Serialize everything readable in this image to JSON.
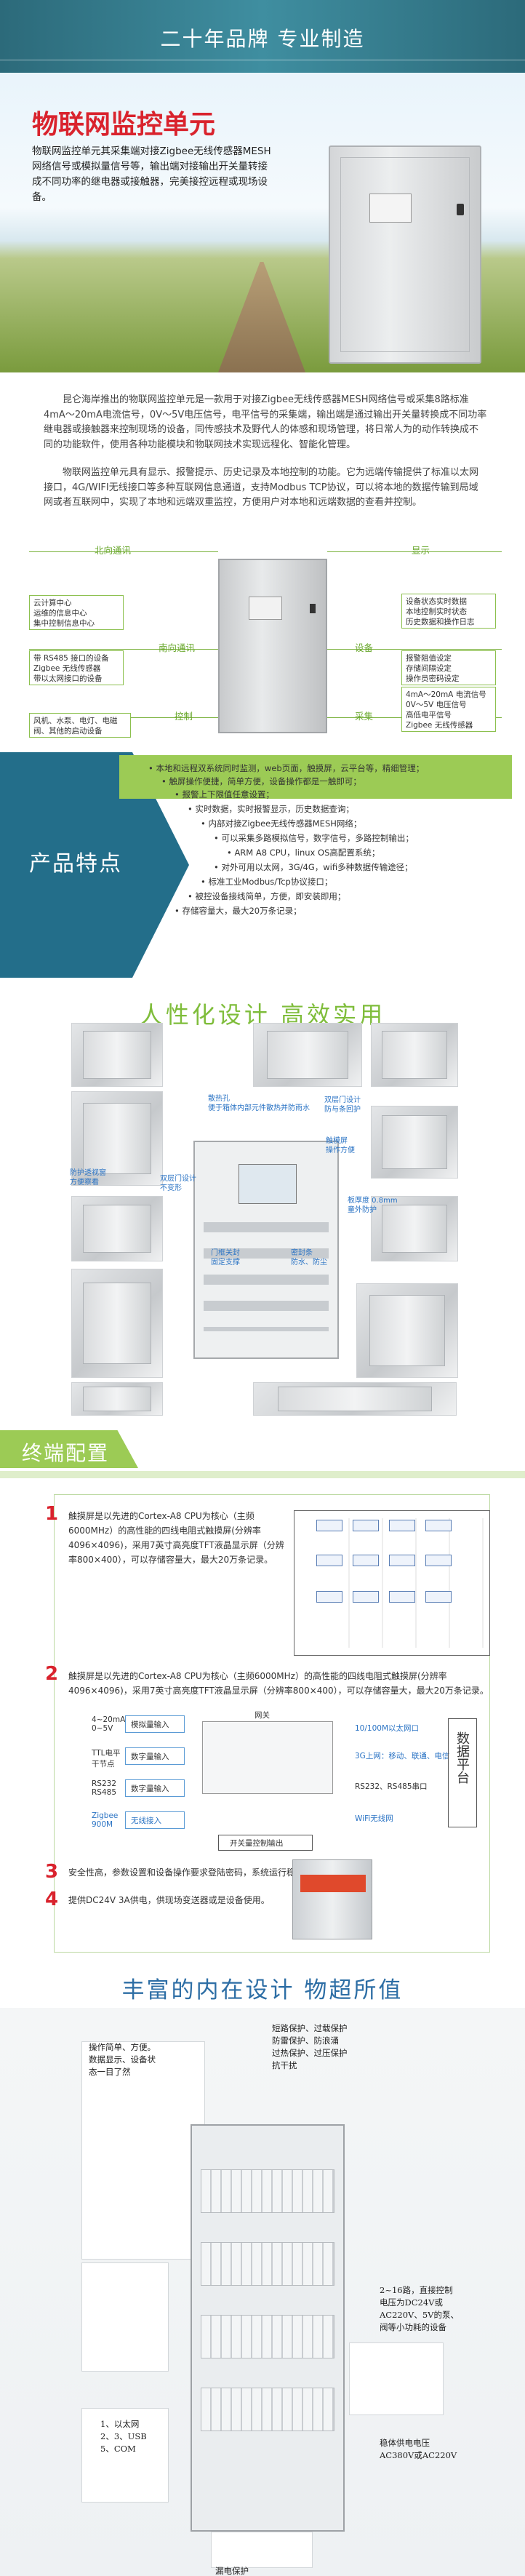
{
  "banner": {
    "title": "二十年品牌    专业制造"
  },
  "hero": {
    "title": "物联网监控单元",
    "description": "物联网监控单元其采集端对接Zigbee无线传感器MESH网络信号或模拟量信号等，输出端对接输出开关量转接成不同功率的继电器或接触器，完美接控远程或现场设备。"
  },
  "intro": {
    "p1": "昆仑海岸推出的物联网监控单元是一款用于对接Zigbee无线传感器MESH网络信号或采集8路标准4mA～20mA电流信号，0V～5V电压信号，电平信号的采集端，输出端是通过输出开关量转换成不同功率继电器或接触器来控制现场的设备，同传感技术及野代人的体感和现场管理，将日常人为的动作转换成不同的功能软件，使用各种功能模块和物联网技术实现远程化、智能化管理。",
    "p2": "物联网监控单元具有显示、报警提示、历史记录及本地控制的功能。它为远端传输提供了标准以太网接口，4G/WIFI无线接口等多种互联网信息通道，支持Modbus TCP协议，可以将本地的数据传输到局域网或者互联网中，实现了本地和远端双重监控，方便用户对本地和远端数据的查看并控制。"
  },
  "diagram": {
    "labels": {
      "north": "北向通讯",
      "display": "显示",
      "south": "南向通讯",
      "setting": "设备",
      "control": "控制",
      "collect": "采集"
    },
    "boxes": {
      "north": "云计算中心\n运维的信息中心\n集中控制信息中心",
      "south": "带 RS485 接口的设备\nZigbee 无线传感器\n带以太网接口的设备",
      "control": "风机、水泵、电灯、电磁阀、其他的启动设备",
      "display": "设备状态实时数据\n本地控制实时状态\n历史数据和操作日志",
      "setting": "报警阻值设定\n存储间隔设定\n操作员密码设定",
      "collect": "4mA～20mA 电流信号\n0V～5V 电压信号\n高低电平信号\nZigbee 无线传感器"
    }
  },
  "features": {
    "title": "产品特点",
    "items": [
      "• 本地和远程双系统同时监测，web页面，触摸屏，云平台等，精细管理；",
      "• 触屏操作便捷，简单方便，设备操作都是一触即可；",
      "• 报警上下限值任意设置；",
      "• 实时数据，实时报警显示，历史数据查询；",
      "• 内部对接Zigbee无线传感器MESH网络；",
      "• 可以采集多路模拟信号，数字信号，多路控制输出；",
      "• ARM A8 CPU，linux OS高配置系统；",
      "• 对外可用以太网，3G/4G，wifi多种数据传输途径；",
      "• 标准工业Modbus/Tcp协议接口；",
      "• 被控设备接线简单，方便，即安装即用；",
      "• 存储容量大，最大20万条记录；"
    ]
  },
  "human": {
    "title": "人性化设计    高效实用",
    "annotations": {
      "a1": "防护透视窗\n方便察看",
      "a2": "散热孔\n便于箱体内部元件散热并防雨水",
      "a3": "双层门设计\n防与条回护",
      "a4": "触模屏\n操作方便",
      "a5": "双层门设计\n不变形",
      "a6": "板厚度 0.8mm\n童外防护",
      "a7": "门框关封\n固定支撑",
      "a8": "密封条\n防水、防尘"
    }
  },
  "terminal": {
    "header": "终端配置",
    "n1": "1",
    "t1": "触摸屏是以先进的Cortex-A8 CPU为核心（主频6000MHz）的高性能的四线电阻式触摸屏(分辨率4096×4096)，采用7英寸高亮度TFT液晶显示屏（分辨率800×400），可以存储容量大，最大20万条记录。",
    "n2": "2",
    "t2": "触摸屏是以先进的Cortex-A8 CPU为核心（主频6000MHz）的高性能的四线电阻式触摸屏(分辨率4096×4096)，采用7英寸高亮度TFT液晶显示屏（分辨率800×400），可以存储容量大，最大20万条记录。",
    "n3": "3",
    "t3": "安全性高，参数设置和设备操作要求登陆密码，系统运行稳定。",
    "n4": "4",
    "t4": "提供DC24V 3A供电，供现场变送器或是设备使用。",
    "net": {
      "in1": "4~20mA\n0~5V",
      "in1b": "模拟量输入",
      "in2": "TTL电平\n干节点",
      "in2b": "数字量输入",
      "in3": "RS232\nRS485",
      "in3b": "数字量输入",
      "in4": "Zigbee\n900M",
      "in4b": "无线接入",
      "gateway": "网关",
      "o1": "10/100M以太网口",
      "o2": "3G上网：移动、联通、电信",
      "o3": "RS232、RS485串口",
      "o4": "WiFi无线网",
      "platform": "数据平台",
      "switch": "开关量控制输出"
    }
  },
  "rich": {
    "title": "丰富的内在设计    物超所值",
    "t1": "操作简单、方便。\n数据显示、设备状\n态一目了然",
    "t2": "短路保护、过载保护\n防雷保护、防浪涌\n过热保护、过压保护\n抗干扰",
    "t3": "1、以太网\n2、3、USB\n5、COM",
    "t4": "2~16路，直接控制\n电压为DC24V或\nAC220V、5V的泵、\n阀等小功耗的设备",
    "t5": "稳体供电电压\nAC380V或AC220V",
    "t6": "漏电保护"
  }
}
